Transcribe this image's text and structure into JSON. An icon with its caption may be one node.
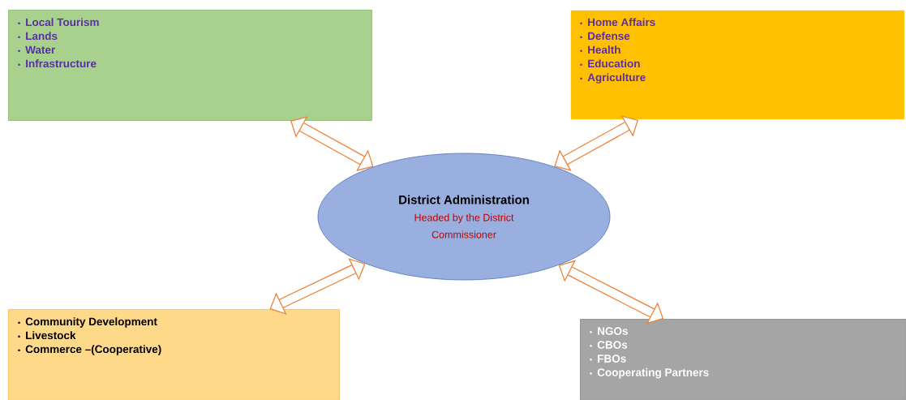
{
  "diagram": {
    "nodes": [
      {
        "text": [
          "Local Tourism",
          "Lands",
          "Water",
          "Infrastructure"
        ]
      },
      {
        "text": [
          "Home Affairs",
          "Defense",
          "Health",
          "Education",
          "Agriculture"
        ]
      },
      {
        "text": [
          "District Administration",
          "Headed by the District Commissioner"
        ]
      },
      {
        "text": [
          "Community Development",
          "Livestock",
          "Commerce –(Cooperative)"
        ]
      },
      {
        "text": [
          "NGOs",
          "CBOs",
          "FBOs",
          "Cooperating Partners"
        ]
      }
    ],
    "edges": [
      {
        "from": 2,
        "to": 0,
        "arrow": "both"
      },
      {
        "from": 2,
        "to": 1,
        "arrow": "both"
      },
      {
        "from": 2,
        "to": 3,
        "arrow": "both"
      },
      {
        "from": 2,
        "to": 4,
        "arrow": "both"
      }
    ]
  }
}
